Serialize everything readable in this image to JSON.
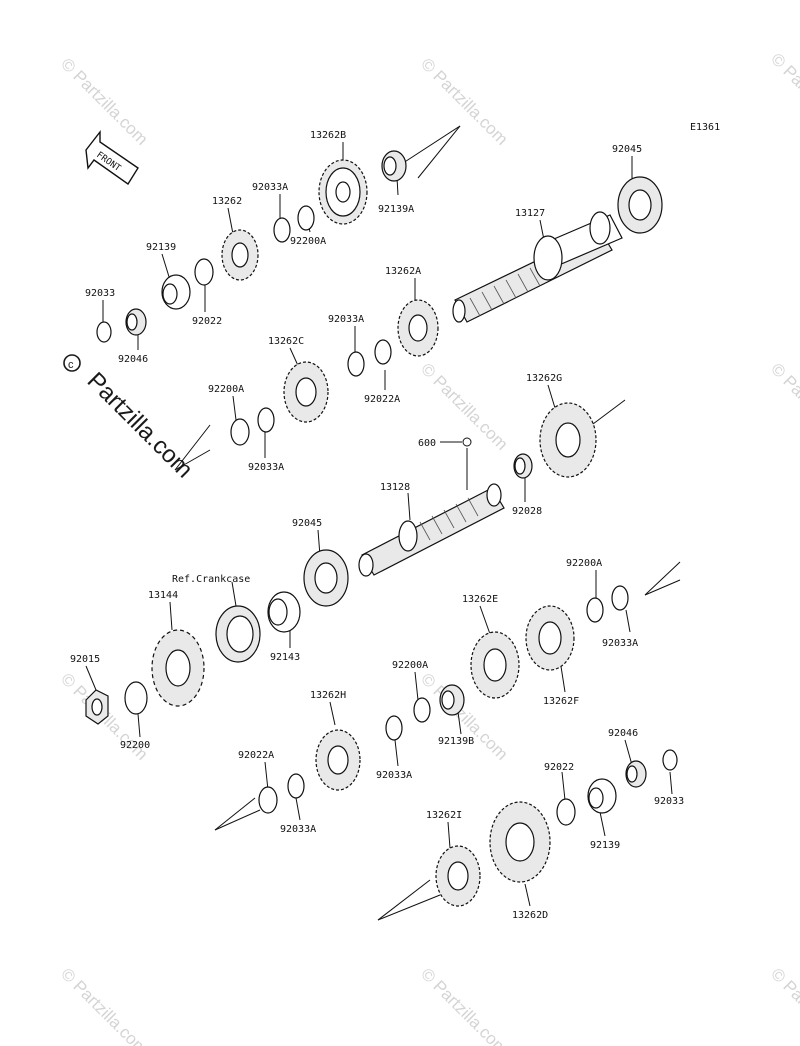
{
  "diagram": {
    "code": "E1361",
    "front_label": "FRONT",
    "ref_label": "Ref.Crankcase",
    "watermark": "© Partzilla.com",
    "watermark_small": "Partzilla.com",
    "labels": {
      "p13262B": "13262B",
      "p92139A": "92139A",
      "p92045a": "92045",
      "p92033A_1": "92033A",
      "p13262": "13262",
      "p92200A_1": "92200A",
      "p13127": "13127",
      "p92139": "92139",
      "p92022_1": "92022",
      "p92033_1": "92033",
      "p92046_1": "92046",
      "p13262A": "13262A",
      "p92033A_2": "92033A",
      "p13262C": "13262C",
      "p92022A_1": "92022A",
      "p92200A_2": "92200A",
      "p92033A_3": "92033A",
      "p13262G": "13262G",
      "p600": "600",
      "p92028": "92028",
      "p13128": "13128",
      "p92045b": "92045",
      "p13144": "13144",
      "p92143": "92143",
      "p92015": "92015",
      "p92200": "92200",
      "p92200A_3": "92200A",
      "p92033A_4": "92033A",
      "p13262E": "13262E",
      "p13262F": "13262F",
      "p92200A_4": "92200A",
      "p92139B": "92139B",
      "p13262H": "13262H",
      "p92033A_5": "92033A",
      "p92022A_2": "92022A",
      "p92033A_6": "92033A",
      "p92046_2": "92046",
      "p92022_2": "92022",
      "p92033_2": "92033",
      "p92139_2": "92139",
      "p13262I": "13262I",
      "p13262D": "13262D"
    }
  }
}
